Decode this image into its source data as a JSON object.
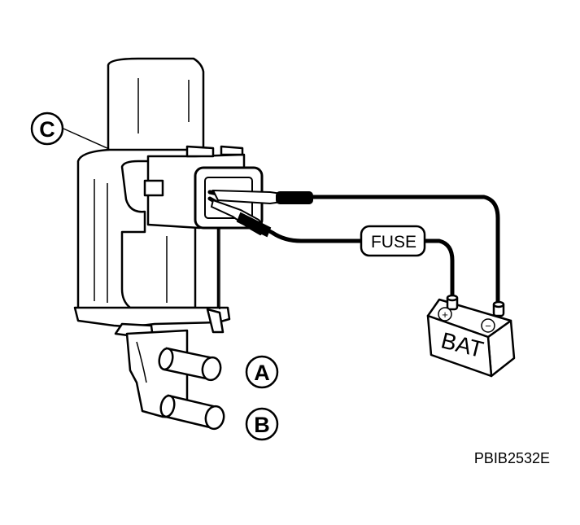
{
  "callouts": {
    "a": "A",
    "b": "B",
    "c": "C"
  },
  "fuse_label": "FUSE",
  "battery": {
    "label": "BAT",
    "positive_symbol": "+",
    "negative_symbol": "−"
  },
  "figure_code": "PBIB2532E"
}
